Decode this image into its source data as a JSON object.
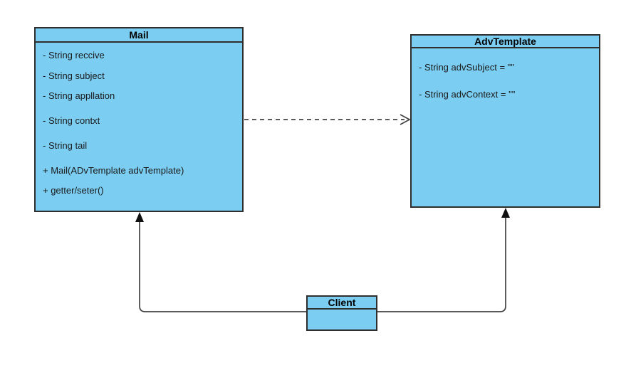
{
  "diagram": {
    "type": "uml-class-diagram",
    "colors": {
      "fill": "#7bcdf2",
      "border": "#2e2e2e",
      "line": "#424242",
      "text": "#1a1a1a"
    },
    "classes": {
      "mail": {
        "title": "Mail",
        "members": [
          "- String reccive",
          "- String subject",
          "- String appllation",
          "- String contxt",
          "- String tail",
          "+ Mail(ADvTemplate advTemplate)",
          "+ getter/seter()"
        ]
      },
      "advtemplate": {
        "title": "AdvTemplate",
        "members": [
          "- String advSubject = \"\"",
          "- String advContext = \"\""
        ]
      },
      "client": {
        "title": "Client",
        "members": []
      }
    },
    "relations": [
      {
        "from": "Mail",
        "to": "AdvTemplate",
        "style": "dashed",
        "arrowhead": "open",
        "meaning": "dependency"
      },
      {
        "from": "Client",
        "to": "Mail",
        "style": "solid",
        "arrowhead": "filled",
        "meaning": "directed association"
      },
      {
        "from": "Client",
        "to": "AdvTemplate",
        "style": "solid",
        "arrowhead": "filled",
        "meaning": "directed association"
      }
    ]
  }
}
